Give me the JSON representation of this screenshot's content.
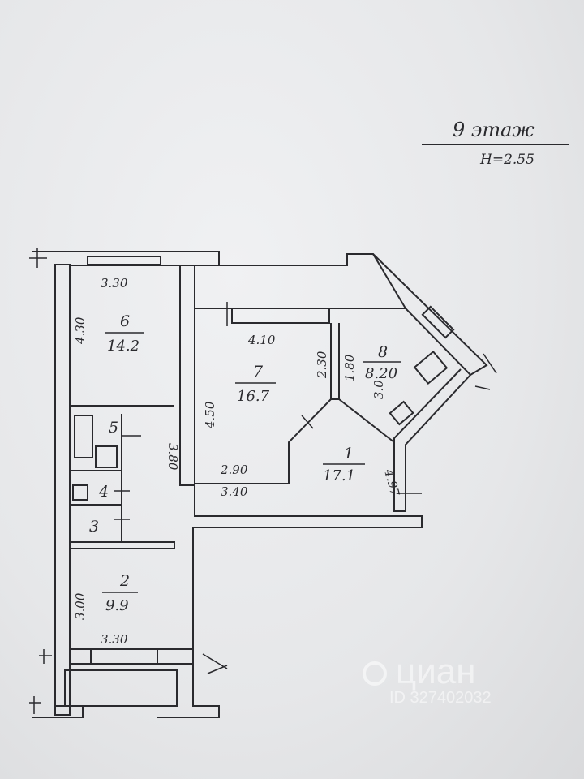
{
  "title": {
    "floor": "9 этаж",
    "ceiling_height": "H=2.55"
  },
  "rooms": [
    {
      "number": "6",
      "area": "14.2"
    },
    {
      "number": "7",
      "area": "16.7"
    },
    {
      "number": "8",
      "area": "8.20"
    },
    {
      "number": "1",
      "area": "17.1"
    },
    {
      "number": "2",
      "area": "9.9"
    },
    {
      "number": "5",
      "area": ""
    },
    {
      "number": "4",
      "area": ""
    },
    {
      "number": "3",
      "area": ""
    }
  ],
  "dimensions": {
    "room6_top": "3.30",
    "room6_side": "4.30",
    "room7_top": "4.10",
    "room7_side": "4.50",
    "room7_bottom": "2.90",
    "room7_bottom_outer": "3.40",
    "room7_right": "2.30",
    "room8_side": "1.80",
    "room8_inner": "3.0",
    "room1_side": "4.97",
    "corridor": "3.80",
    "room2_side": "3.00",
    "room2_bottom": "3.30"
  },
  "watermark": {
    "brand": "циан",
    "id": "ID 327402032"
  },
  "colors": {
    "ink": "#2a2a2e",
    "paper": "#e9eaec"
  }
}
